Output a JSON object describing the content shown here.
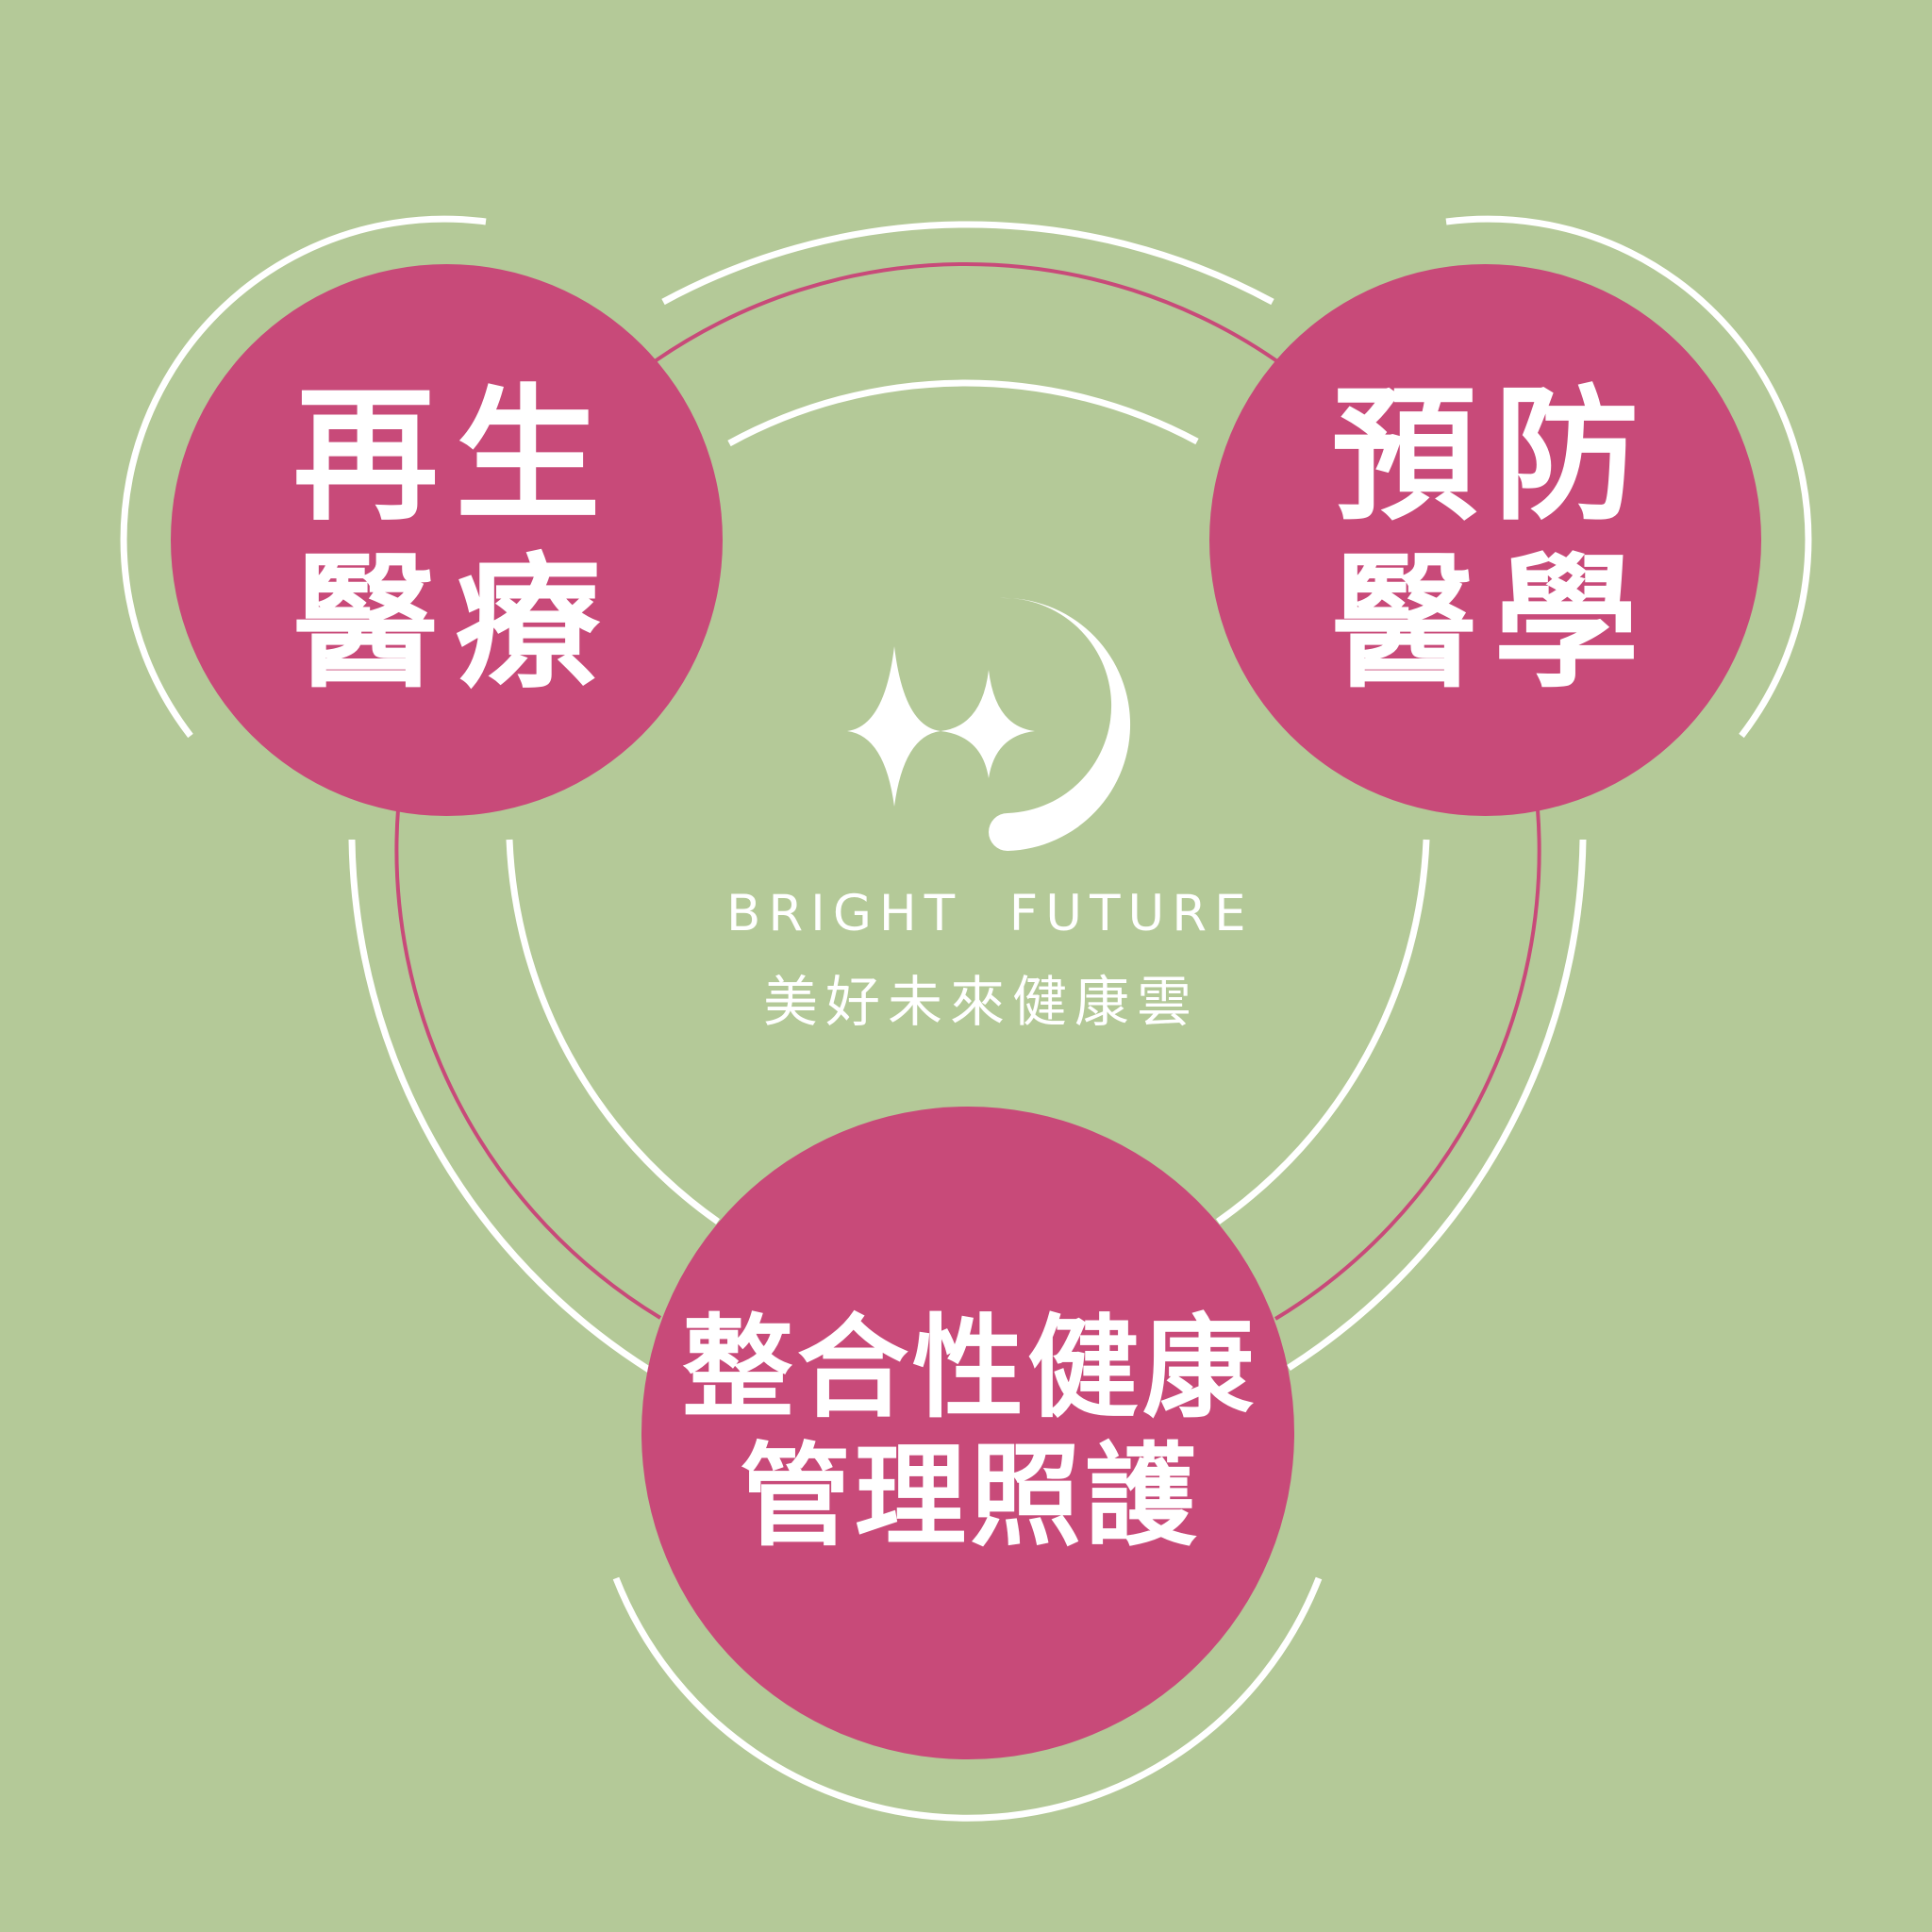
{
  "colors": {
    "background": "#b4c998",
    "node": "#c84a79",
    "text": "#ffffff",
    "line_white": "#ffffff",
    "line_accent": "#c84a79"
  },
  "nodes": {
    "regenerative": {
      "line1": "再生",
      "line2": "醫療"
    },
    "preventive": {
      "line1": "預防",
      "line2": "醫學"
    },
    "integrative": {
      "line1": "整合性健康",
      "line2": "管理照護"
    }
  },
  "brand": {
    "name_en": "BRIGHT  FUTURE",
    "name_zh": "美好未來健康雲",
    "logo": "crescent-moon-stars-logo"
  }
}
